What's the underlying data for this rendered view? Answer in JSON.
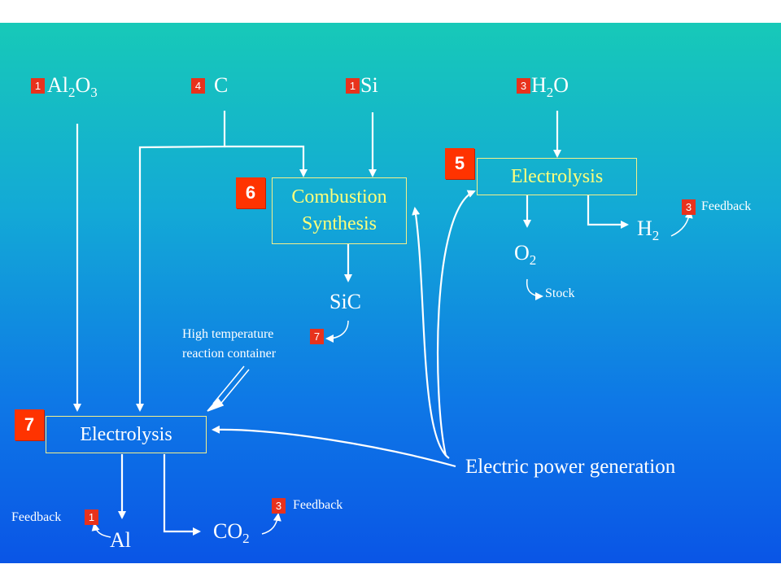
{
  "inputs": {
    "al2o3": {
      "badge": "1",
      "el1": "Al",
      "sub1": "2",
      "el2": "O",
      "sub2": "3"
    },
    "c": {
      "badge": "4",
      "label": "C"
    },
    "si": {
      "badge": "1",
      "label": "Si"
    },
    "h2o": {
      "badge": "3",
      "el1": "H",
      "sub1": "2",
      "el2": "O"
    }
  },
  "steps": {
    "combustion": {
      "number": "6",
      "line1": "Combustion",
      "line2": "Synthesis"
    },
    "electrolysis_water": {
      "number": "5",
      "label": "Electrolysis"
    },
    "electrolysis_al": {
      "number": "7",
      "label": "Electrolysis"
    }
  },
  "products": {
    "sic": "SiC",
    "h2": {
      "el": "H",
      "sub": "2"
    },
    "o2": {
      "el": "O",
      "sub": "2"
    },
    "al": "Al",
    "co2": {
      "el": "CO",
      "sub": "2"
    }
  },
  "notes": {
    "h2_feedback": {
      "badge": "3",
      "label": "Feedback"
    },
    "stock": "Stock",
    "sic_container_badge": "7",
    "container_line1": "High temperature",
    "container_line2": "reaction container",
    "al_feedback": {
      "badge": "1",
      "label": "Feedback"
    },
    "co2_feedback": {
      "badge": "3",
      "label": "Feedback"
    },
    "power": "Electric power generation"
  },
  "colors": {
    "box_border": "#f5f08a",
    "box_text_yellow": "#ffff7a",
    "badge_red": "#e8321c",
    "arrow": "#ffffff"
  }
}
